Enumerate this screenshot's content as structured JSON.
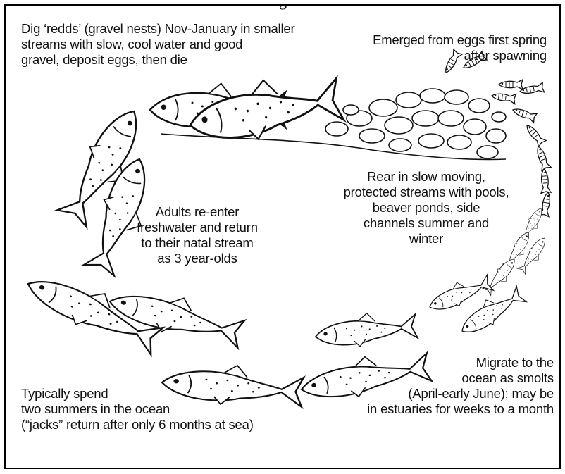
{
  "header": {
    "clipped_title": "…ng Nan…"
  },
  "stages": {
    "spawn": {
      "lines": [
        "Dig ‘redds’ (gravel nests) Nov-January in smaller",
        "streams with slow, cool water and good",
        "gravel, deposit eggs, then die"
      ]
    },
    "emerge": {
      "lines": [
        "Emerged from eggs first spring",
        "after spawning"
      ]
    },
    "rear": {
      "lines": [
        "Rear in slow moving,",
        "protected streams with pools,",
        "beaver ponds, side",
        "channels summer and",
        "winter"
      ]
    },
    "return": {
      "lines": [
        "Adults re-enter",
        "freshwater and return",
        "to their natal stream",
        "as 3 year-olds"
      ]
    },
    "migrate": {
      "lines": [
        "Migrate to the",
        "ocean as smolts",
        "(April-early June); may be",
        "in estuaries for weeks to a month"
      ]
    },
    "ocean": {
      "lines": [
        "Typically spend",
        "two summers in the ocean",
        "(“jacks” return after only 6 months at sea)"
      ]
    }
  },
  "colors": {
    "ink": "#111111",
    "paper": "#ffffff",
    "shade": "#d9d9d9"
  }
}
